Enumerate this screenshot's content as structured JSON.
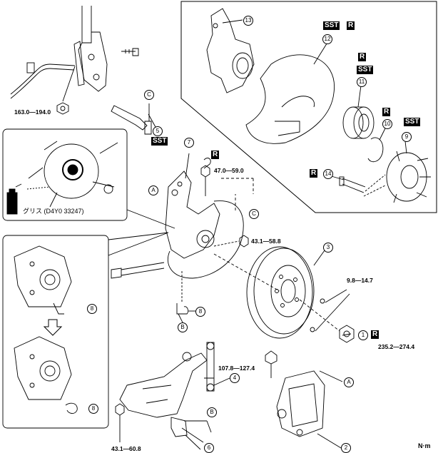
{
  "callouts": {
    "c1": "1",
    "c2": "2",
    "c3": "3",
    "c4": "4",
    "c5": "5",
    "c6": "6",
    "c7": "7",
    "c8a": "8",
    "c8b": "8",
    "c8c": "8",
    "c9": "9",
    "c10": "10",
    "c11": "11",
    "c12": "12",
    "c13": "13",
    "c14": "14"
  },
  "refs": {
    "a1": "A",
    "a2": "A",
    "b1": "B",
    "b2": "B",
    "c1": "C",
    "c2": "C"
  },
  "badges": {
    "sst_12": "SST",
    "r_12": "R",
    "r_11": "R",
    "sst_11": "SST",
    "r_10": "R",
    "sst_9": "SST",
    "r_14": "R",
    "sst_5": "SST",
    "r_7": "R",
    "r_1": "R"
  },
  "torques": {
    "t_top": "163.0—194.0",
    "t_7": "47.0—59.0",
    "t_knuckle": "43.1—58.8",
    "t_disc": "9.8—14.7",
    "t_nut": "235.2—274.4",
    "t_caliper": "107.8—127.4",
    "t_arm": "43.1—60.8"
  },
  "grease_note": "グリス (D4Y0 33247)",
  "unit_label": "N·m"
}
